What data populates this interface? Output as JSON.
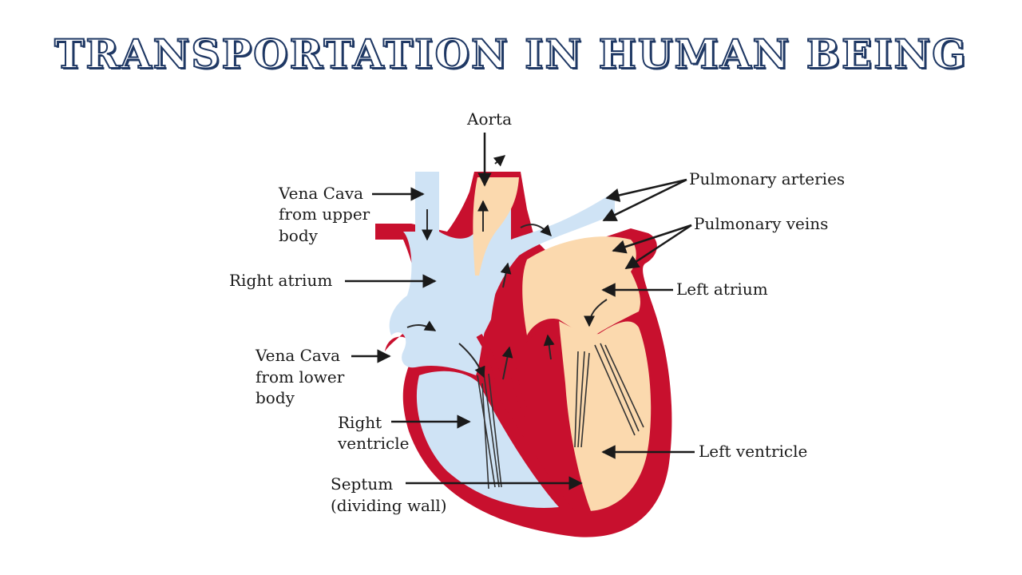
{
  "title": "TRANSPORTATION IN HUMAN BEING",
  "labels": {
    "aorta": "Aorta",
    "pulmonary_arteries": "Pulmonary arteries",
    "pulmonary_veins": "Pulmonary veins",
    "vena_cava_upper": [
      "Vena Cava",
      "from upper",
      "body"
    ],
    "right_atrium": "Right atrium",
    "left_atrium": "Left atrium",
    "vena_cava_lower": [
      "Vena Cava",
      "from lower",
      "body"
    ],
    "right_ventricle": [
      "Right",
      "ventricle"
    ],
    "left_ventricle": "Left ventricle",
    "septum": [
      "Septum",
      "(dividing wall)"
    ]
  },
  "colors": {
    "title": "#1f3864",
    "muscle": "#c8102e",
    "deoxygenated": "#cfe3f5",
    "oxygenated": "#fbd9ae",
    "text": "#1a1a1a"
  }
}
